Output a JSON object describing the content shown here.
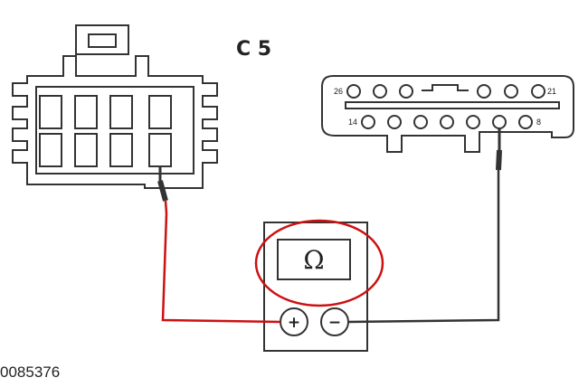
{
  "connector_label": "C 5",
  "reference_code": "0085376",
  "right_connector": {
    "pin_label_top_left": "26",
    "pin_label_top_right": "21",
    "pin_label_bottom_left": "14",
    "pin_label_bottom_right": "8"
  },
  "meter": {
    "display_symbol": "Ω",
    "plus_symbol": "+",
    "minus_symbol": "−"
  },
  "colors": {
    "outline": "#333333",
    "positive_lead": "#cc1111",
    "negative_lead": "#333333",
    "highlight_circle": "#cc1111"
  }
}
